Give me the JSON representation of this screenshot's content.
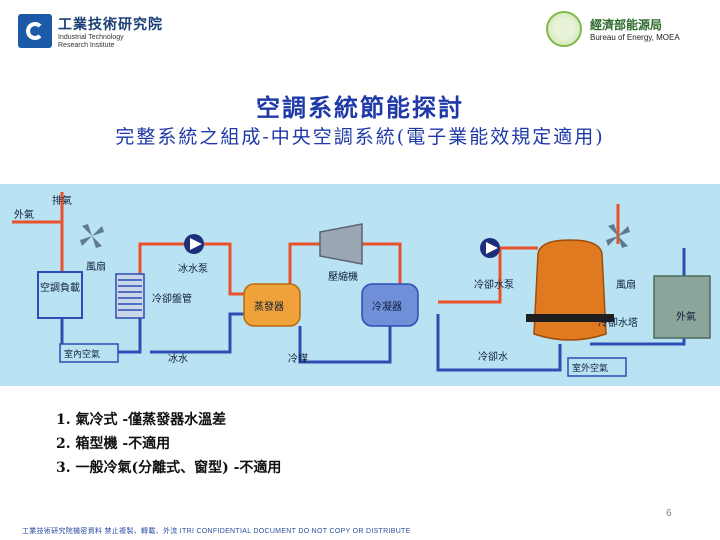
{
  "header": {
    "itri_name_zh": "工業技術研究院",
    "itri_name_en_1": "Industrial Technology",
    "itri_name_en_2": "Research Institute",
    "moea_name_zh": "經濟部能源局",
    "moea_name_en": "Bureau of Energy, MOEA"
  },
  "slide": {
    "title": "空調系統節能探討",
    "subtitle": "完整系統之組成-中央空調系統(電子業能效規定適用)"
  },
  "diagram": {
    "labels": {
      "exhaust": "排氣",
      "outdoor_air_left": "外氣",
      "fan_left": "風扇",
      "chilled_water_pump": "冰水泵",
      "ac_load": "空調負載",
      "cooling_coil": "冷卻盤管",
      "evaporator": "蒸發器",
      "compressor": "壓縮機",
      "condenser": "冷凝器",
      "cooling_water_pump": "冷卻水泵",
      "fan_right": "風扇",
      "cooling_tower": "冷卻水塔",
      "outdoor_air_right": "外氣",
      "indoor_air": "室內空氣",
      "chilled_water": "冰水",
      "refrigerant": "冷媒",
      "cooling_water": "冷卻水",
      "outdoor_air_box": "室外空氣"
    },
    "colors": {
      "background": "#b9e3f2",
      "hot_pipe": "#e8522a",
      "cold_pipe": "#2d4db5",
      "tower": "#e07a20"
    }
  },
  "notes": [
    "1. 氣冷式 -僅蒸發器水溫差",
    "2. 箱型機 -不適用",
    "3. 一般冷氣(分離式、窗型) -不適用"
  ],
  "page_number": "6",
  "footer_text": "工業技術研究院機密資料 禁止複製、轉載、外流 ITRI CONFIDENTIAL DOCUMENT DO NOT COPY OR DISTRIBUTE"
}
